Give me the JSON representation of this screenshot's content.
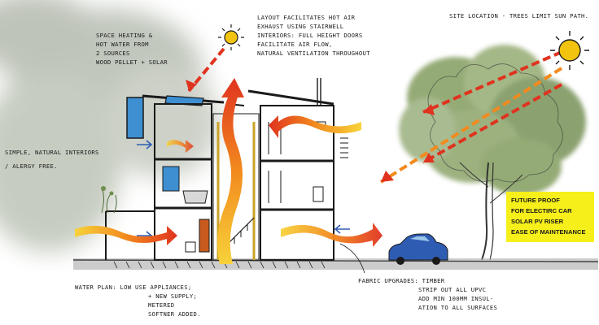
{
  "annotations": {
    "heating": [
      "Space heating &",
      "hot water from",
      "2 sources",
      "Wood pellet + solar"
    ],
    "layout": [
      "Layout facilitates hot air",
      "exhaust using stairwell",
      "interiors: full height doors",
      "facilitate air flow,",
      "natural ventilation throughout"
    ],
    "site": [
      "Site location - trees limit sun path."
    ],
    "interiors": [
      "Simple, natural interiors",
      "/ Alergy free."
    ],
    "water": [
      "Water plan: low use appliances;",
      "+ new supply;",
      "metered",
      "softner added."
    ],
    "fabric": [
      "Fabric upgrades: timber",
      "strip out all upvc",
      "add min 100mm insul-",
      "ation to all surfaces"
    ]
  },
  "callout": {
    "lines": [
      "FUTURE PROOF",
      "FOR ELECTIRC CAR",
      "SOLAR PV RISER",
      "EASE OF MAINTENANCE"
    ],
    "color": "#f6ef1a"
  },
  "colors": {
    "sun": "#f3c40f",
    "arrow_red": "#e0331f",
    "arrow_orange": "#f28a1e",
    "arrow_yellow": "#f7d23a",
    "car": "#2f5cb3",
    "window_blue": "#3d8fd1",
    "foliage": "#8aa268",
    "ground": "#b0b0b0"
  },
  "icons": [
    "sun-icon",
    "sun-icon",
    "car-icon",
    "tree-icon"
  ]
}
